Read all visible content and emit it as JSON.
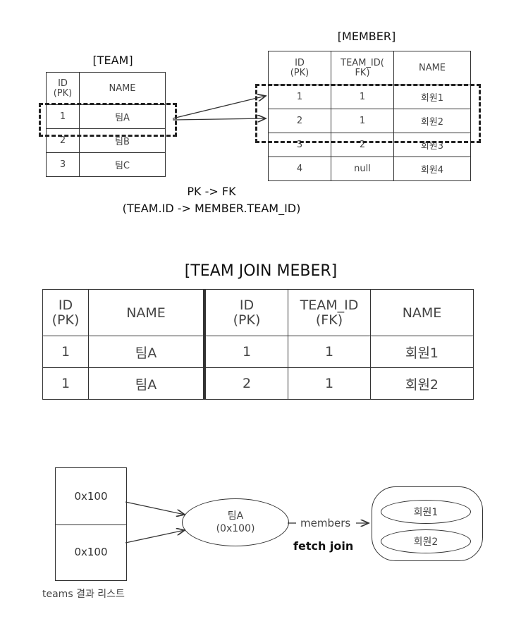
{
  "team_table": {
    "title": "[TEAM]",
    "headers": [
      "ID\n(PK)",
      "NAME"
    ],
    "rows": [
      [
        "1",
        "팀A"
      ],
      [
        "2",
        "팀B"
      ],
      [
        "3",
        "팀C"
      ]
    ]
  },
  "member_table": {
    "title": "[MEMBER]",
    "headers": [
      "ID\n(PK)",
      "TEAM_ID(\nFK)",
      "NAME"
    ],
    "rows": [
      [
        "1",
        "1",
        "회원1"
      ],
      [
        "2",
        "1",
        "회원2"
      ],
      [
        "3",
        "2",
        "회원3"
      ],
      [
        "4",
        "null",
        "회원4"
      ]
    ]
  },
  "relation_caption": {
    "line1": "PK -> FK",
    "line2": "(TEAM.ID -> MEMBER.TEAM_ID)"
  },
  "join_table": {
    "title": "[TEAM JOIN MEBER]",
    "headers": [
      "ID\n(PK)",
      "NAME",
      "ID\n(PK)",
      "TEAM_ID\n(FK)",
      "NAME"
    ],
    "rows": [
      [
        "1",
        "팀A",
        "1",
        "1",
        "회원1"
      ],
      [
        "1",
        "팀A",
        "2",
        "1",
        "회원2"
      ]
    ]
  },
  "fetch_diagram": {
    "list_items": [
      "0x100",
      "0x100"
    ],
    "list_label": "teams 결과 리스트",
    "team_node": {
      "line1": "팀A",
      "line2": "(0x100)"
    },
    "edge_label": "members",
    "fetch_label": "fetch join",
    "members": [
      "회원1",
      "회원2"
    ]
  }
}
